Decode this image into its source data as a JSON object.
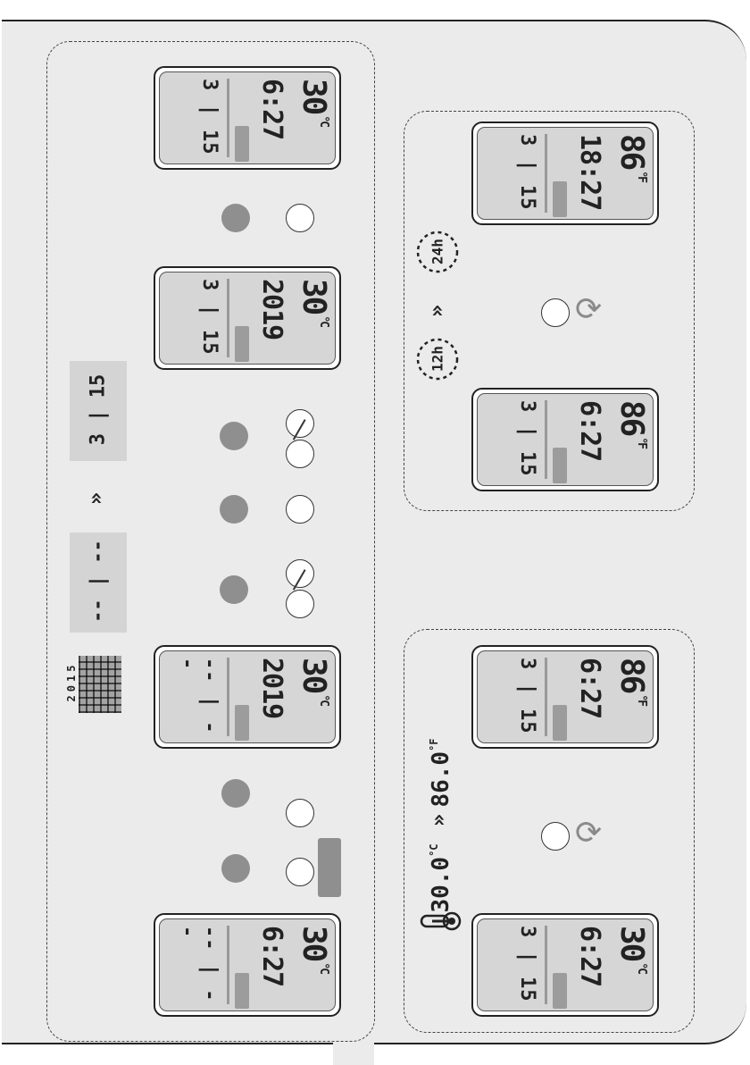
{
  "lcd": {
    "temp_c": "30",
    "temp_c_dec": "0",
    "unit_c": "°C",
    "temp_f": "86",
    "temp_f_dec": "0",
    "unit_f": "°F",
    "time": "6:27",
    "time_24h": "18:27",
    "year": "2019",
    "date": "3 | 15",
    "date_blank": "-- | --"
  },
  "year_icon": "2015",
  "blank_date": "-- | --",
  "set_date": "3 | 15",
  "temp_switch": {
    "c_value": "30.0",
    "c_unit": "°C",
    "f_value": "86.0",
    "f_unit": "°F"
  },
  "hour_mode": {
    "a": "12h",
    "b": "24h"
  },
  "icons": {
    "thermometer": "thermometer-icon",
    "refresh": "refresh-icon",
    "chevron": "double-chevron-icon"
  }
}
